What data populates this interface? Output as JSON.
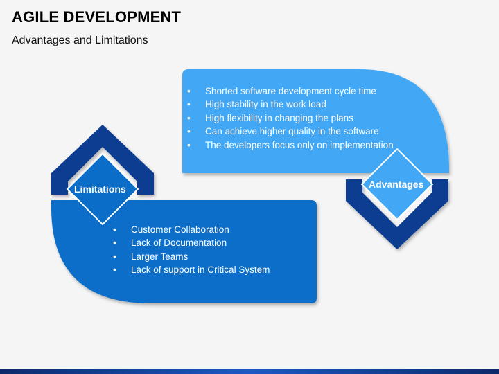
{
  "title": "AGILE DEVELOPMENT",
  "subtitle": "Advantages and Limitations",
  "advantages": {
    "label": "Advantages",
    "items": [
      "Shorted software development cycle time",
      "High stability in the work load",
      "High flexibility in changing the plans",
      "Can achieve higher quality in the software",
      "The developers focus only on implementation"
    ]
  },
  "limitations": {
    "label": "Limitations",
    "items": [
      "Customer Collaboration",
      "Lack of Documentation",
      "Larger Teams",
      "Lack of support in Critical System"
    ]
  },
  "colors": {
    "light_blue": "#42a8f5",
    "dark_blue": "#0a6ec9",
    "navy": "#0a3d91"
  }
}
